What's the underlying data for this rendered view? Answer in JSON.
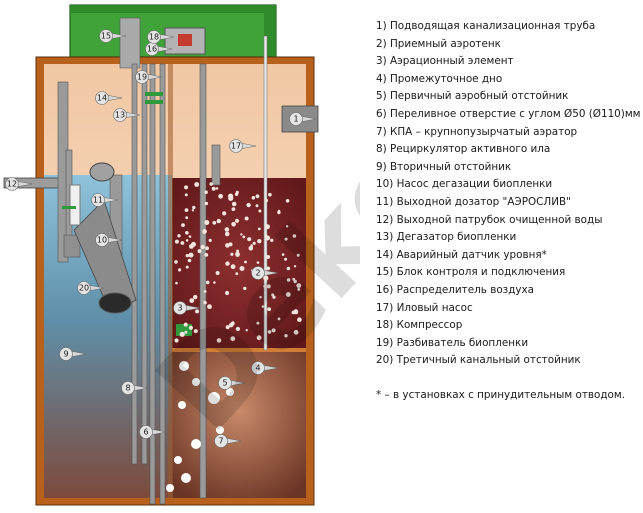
{
  "callouts": [
    {
      "n": "1"
    },
    {
      "n": "2"
    },
    {
      "n": "3"
    },
    {
      "n": "4"
    },
    {
      "n": "5"
    },
    {
      "n": "6"
    },
    {
      "n": "7"
    },
    {
      "n": "8"
    },
    {
      "n": "9"
    },
    {
      "n": "10"
    },
    {
      "n": "11"
    },
    {
      "n": "12"
    },
    {
      "n": "13"
    },
    {
      "n": "14"
    },
    {
      "n": "15"
    },
    {
      "n": "16"
    },
    {
      "n": "17"
    },
    {
      "n": "18"
    },
    {
      "n": "19"
    },
    {
      "n": "20"
    }
  ],
  "legend": [
    "1) Подводящая канализационная труба",
    "2) Приемный аэротенк",
    "3) Аэрационный элемент",
    "4) Промежуточное дно",
    "5) Первичный аэробный отстойник",
    "6) Переливное отверстие с углом Ø50 (Ø110)мм",
    "7) КПА – крупнопузырчатый аэратор",
    "8) Рециркулятор активного ила",
    "9) Вторичный отстойник",
    "10) Насос дегазации биопленки",
    "11) Выходной дозатор \"АЭРОСЛИВ\"",
    "12) Выходной патрубок очищенной воды",
    "13) Дегазатор биопленки",
    "14) Аварийный датчик уровня*",
    "15) Блок контроля и подключения",
    "16) Распределитель воздуха",
    "17) Иловый насос",
    "18) Компрессор",
    "19) Разбиватель биопленки",
    "20) Третичный канальный отстойник"
  ],
  "note": "* – в установках с принудительным отводом.",
  "watermark": "Deko",
  "colors": {
    "cover": "#3fa33a",
    "wall": "#b8611c",
    "primary_tank": "#7a1f22",
    "secondary_water": "#6fa8c2",
    "bottom_chamber": "#8a4a34"
  }
}
